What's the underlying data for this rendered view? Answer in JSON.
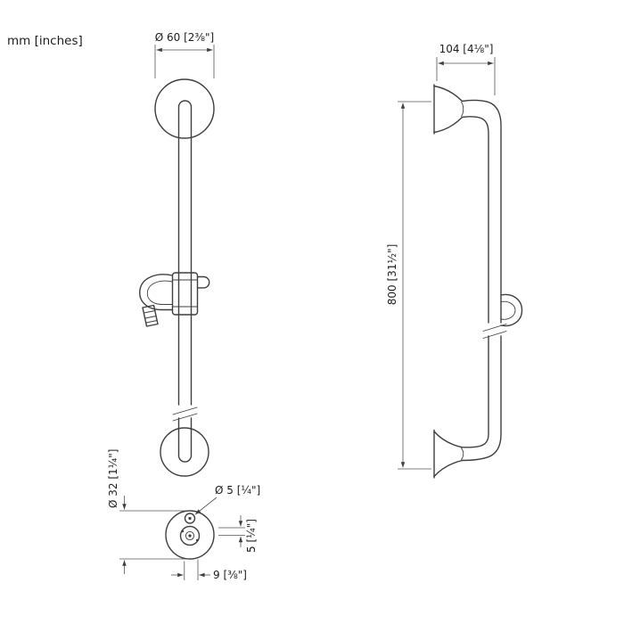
{
  "units_label": "mm [inches]",
  "front_view": {
    "flange_diameter": "Ø 60 [2⅜\"]",
    "bracket_diameter": "Ø 32 [1¼\"]",
    "screw_diameter": "Ø 5 [¼\"]",
    "screw_offset": "5 [¼\"]",
    "outlet_offset": "9 [⅜\"]"
  },
  "side_view": {
    "wall_clearance": "104 [4⅛\"]",
    "rail_length": "800 [31½\"]"
  }
}
